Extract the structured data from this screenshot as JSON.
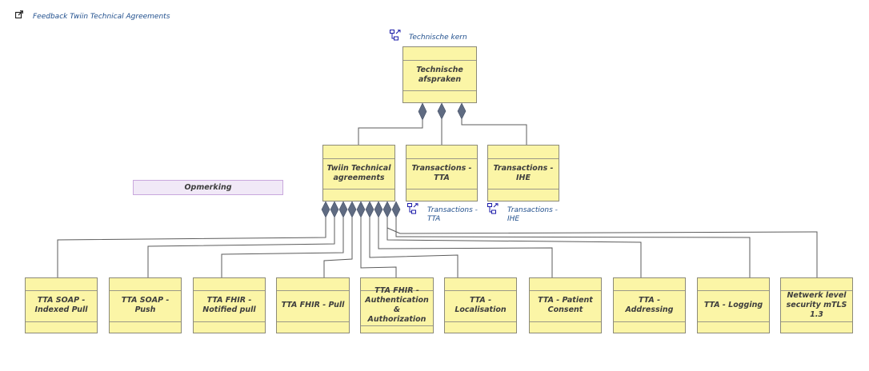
{
  "header": {
    "feedback_link": "Feedback Twiin Technical Agreements"
  },
  "links": {
    "technische_kern": "Technische kern",
    "transactions_tta": "Transactions -\nTTA",
    "transactions_ihe": "Transactions -\nIHE"
  },
  "note": {
    "label": "Opmerking"
  },
  "boxes": {
    "root": "Technische\nafspraken",
    "twiin": "Twiin Technical\nagreements",
    "trans_tta": "Transactions -\nTTA",
    "trans_ihe": "Transactions -\nIHE"
  },
  "leaves": [
    "TTA SOAP -\nIndexed Pull",
    "TTA SOAP - Push",
    "TTA FHIR -\nNotified pull",
    "TTA FHIR - Pull",
    "TTA FHIR -\nAuthentication &\nAuthorization",
    "TTA -\nLocalisation",
    "TTA - Patient\nConsent",
    "TTA - Addressing",
    "TTA - Logging",
    "Netwerk level\nsecurity mTLS 1.3"
  ],
  "colors": {
    "box_fill": "#fbf5a6",
    "note_fill": "#f1e9f7",
    "link_text": "#1f4e8c",
    "diamond": "#5f6b82"
  }
}
